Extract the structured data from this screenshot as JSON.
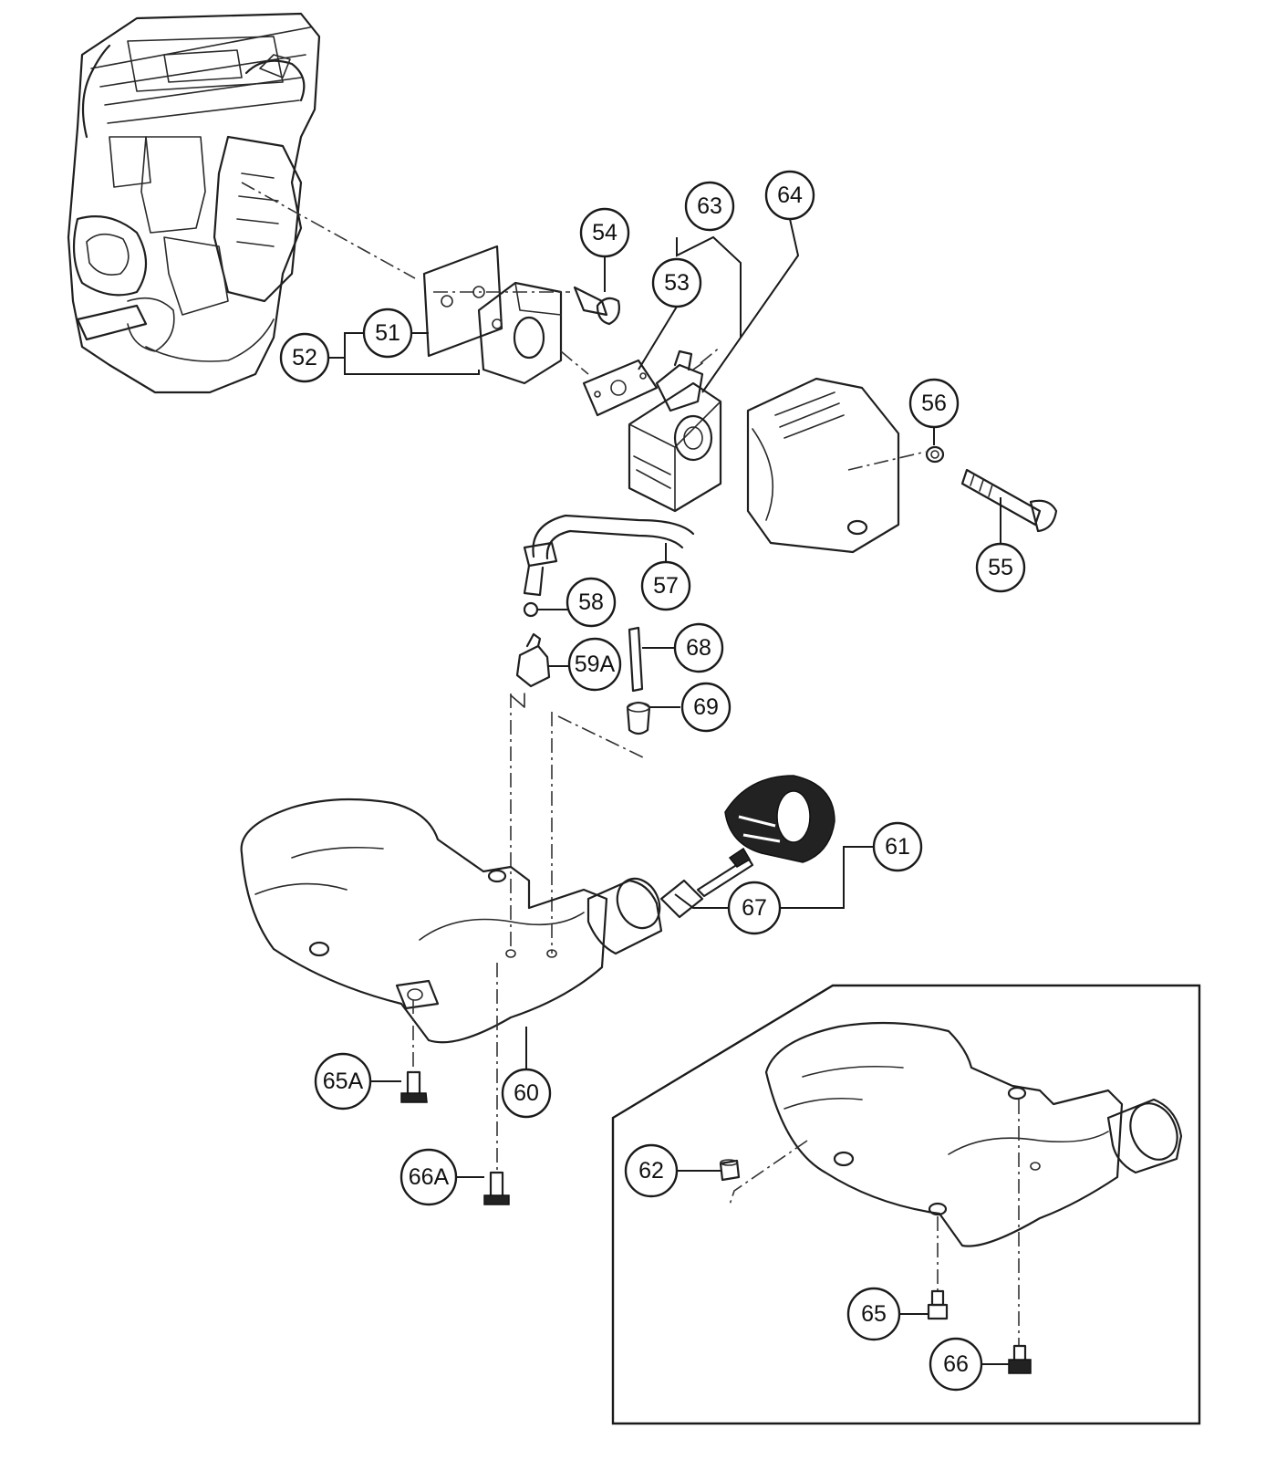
{
  "callouts": {
    "p51": "51",
    "p52": "52",
    "p53": "53",
    "p54": "54",
    "p55": "55",
    "p56": "56",
    "p57": "57",
    "p58": "58",
    "p59A": "59A",
    "p60": "60",
    "p61": "61",
    "p62": "62",
    "p63": "63",
    "p64": "64",
    "p65": "65",
    "p65A": "65A",
    "p66": "66",
    "p66A": "66A",
    "p67": "67",
    "p68": "68",
    "p69": "69"
  }
}
